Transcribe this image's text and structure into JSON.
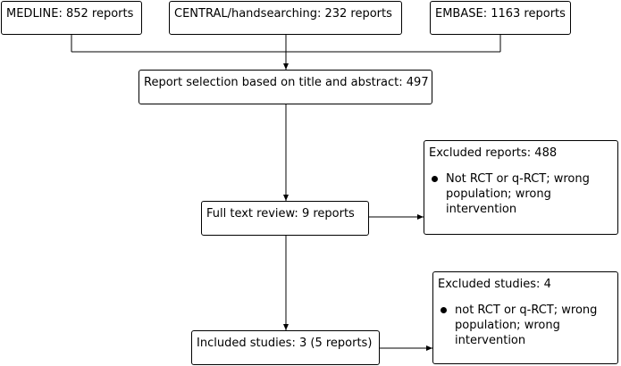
{
  "sources": [
    {
      "label": "MEDLINE: 852 reports"
    },
    {
      "label": "CENTRAL/handsearching: 232 reports"
    },
    {
      "label": "EMBASE: 1163 reports"
    }
  ],
  "selection": {
    "label": "Report selection based on title and abstract: 497"
  },
  "fulltext": {
    "label": "Full text review: 9 reports"
  },
  "included": {
    "label": "Included studies: 3 (5 reports)"
  },
  "excluded_reports": {
    "title": "Excluded reports: 488",
    "reason": "Not RCT or q-RCT; wrong population; wrong intervention"
  },
  "excluded_studies": {
    "title": "Excluded studies: 4",
    "reason": "not RCT or q-RCT; wrong population; wrong intervention"
  }
}
